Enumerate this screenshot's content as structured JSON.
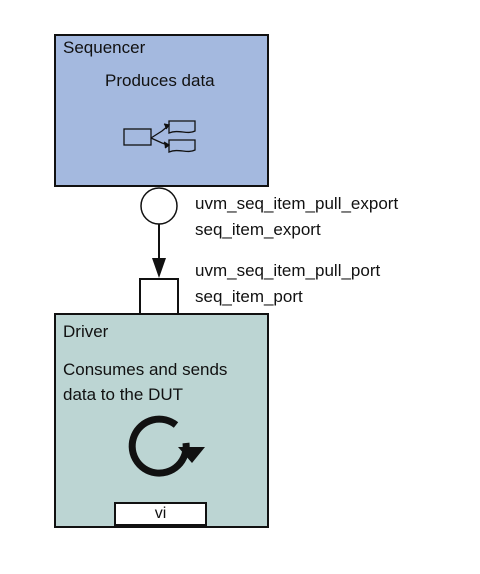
{
  "sequencer": {
    "title": "Sequencer",
    "description": "Produces data",
    "icon": "data-flow-icon"
  },
  "export": {
    "line1": "uvm_seq_item_pull_export",
    "line2": "seq_item_export"
  },
  "port": {
    "line1": "uvm_seq_item_pull_port",
    "line2": "seq_item_port"
  },
  "driver": {
    "title": "Driver",
    "description_line1": "Consumes and sends",
    "description_line2": "data to the DUT",
    "icon": "cycle-icon",
    "vi_label": "vi"
  },
  "colors": {
    "sequencer_fill": "#a4b9df",
    "driver_fill": "#bcd5d3"
  }
}
